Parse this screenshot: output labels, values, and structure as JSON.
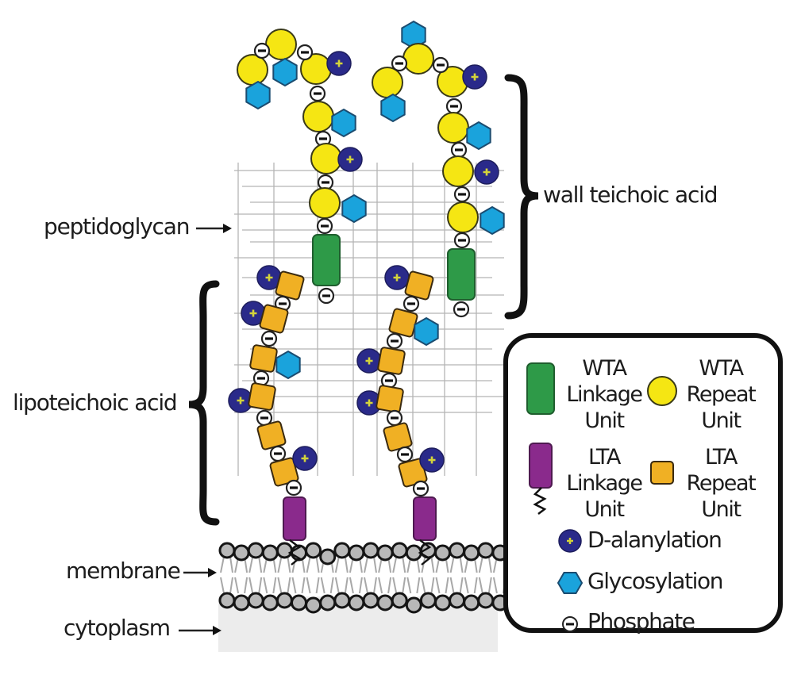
{
  "labels": {
    "peptidoglycan": "peptidoglycan",
    "wall_teichoic_acid": "wall teichoic acid",
    "lipoteichoic_acid": "lipoteichoic acid",
    "membrane": "membrane",
    "cytoplasm": "cytoplasm"
  },
  "legend": {
    "wta_linkage": [
      "WTA",
      "Linkage",
      "Unit"
    ],
    "wta_repeat": [
      "WTA",
      "Repeat",
      "Unit"
    ],
    "lta_linkage": [
      "LTA",
      "Linkage",
      "Unit"
    ],
    "lta_repeat": [
      "LTA",
      "Repeat",
      "Unit"
    ],
    "d_alanylation": "D-alanylation",
    "glycosylation": "Glycosylation",
    "phosphate": "Phosphate"
  },
  "colors": {
    "wta_repeat": "#f5e613",
    "wta_linkage": "#2e9a48",
    "lta_repeat": "#f0b024",
    "lta_linkage": "#8a2a8c",
    "d_alanine": "#2a2a8a",
    "d_alanine_plus": "#d4d43a",
    "glycosylation": "#1aa3dc",
    "phosphate": "#ffffff",
    "lipid_head": "#b8b8b8",
    "cytoplasm": "#ececec",
    "peptidoglycan_lines": "#a9a9a9"
  }
}
